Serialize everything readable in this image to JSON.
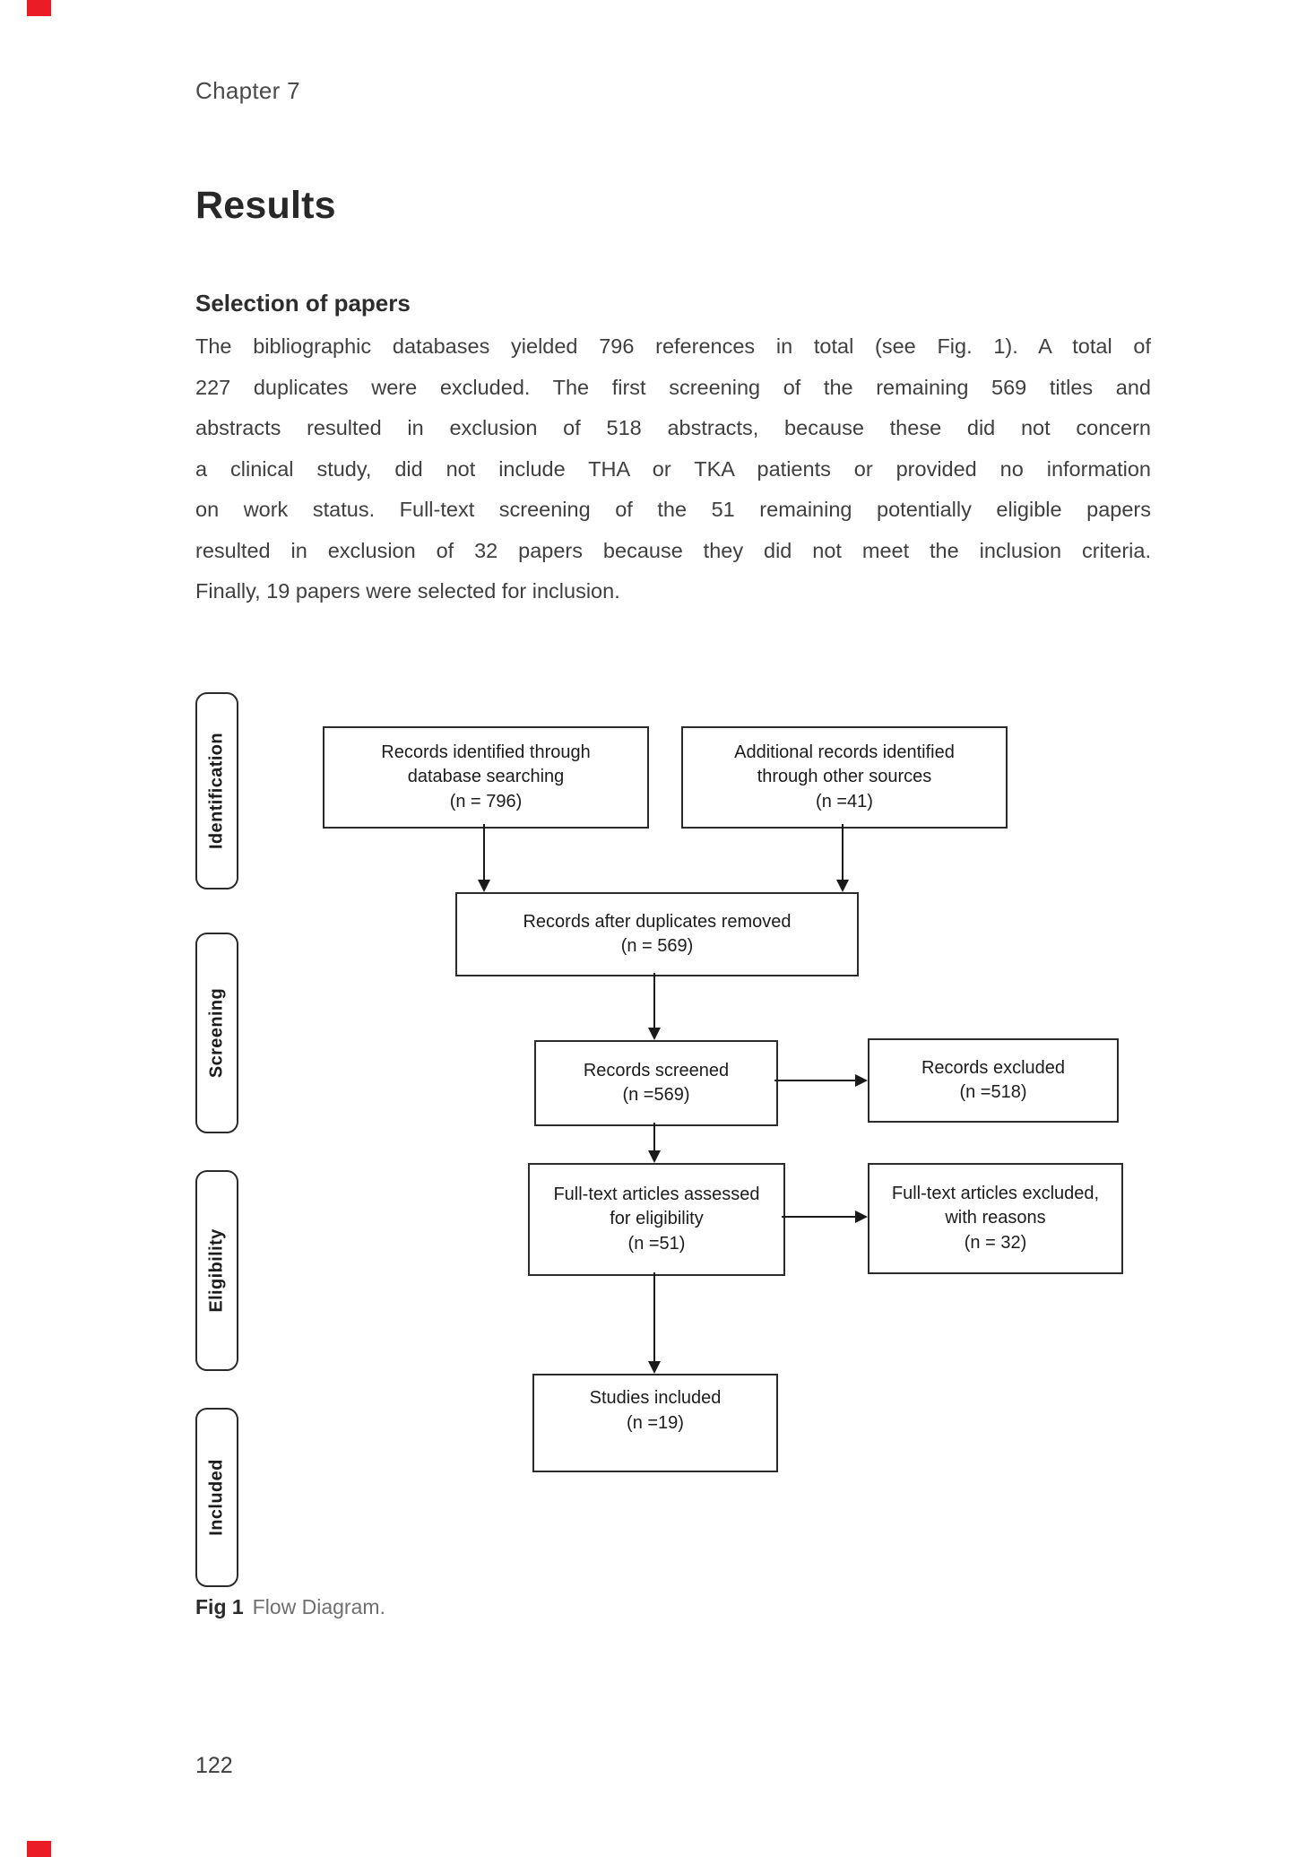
{
  "page": {
    "chapter_header": "Chapter 7",
    "page_number": "122"
  },
  "results": {
    "title": "Results",
    "subsection_title": "Selection of papers",
    "body_lines": [
      "The bibliographic databases yielded 796 references in total (see Fig. 1). A total of",
      "227 duplicates were excluded. The first screening of the remaining 569 titles and",
      "abstracts resulted in exclusion of 518 abstracts, because these did not concern",
      "a clinical study, did not include THA or TKA patients or provided no information",
      "on work status. Full-text screening of the 51 remaining potentially eligible papers",
      "resulted in exclusion of 32 papers because they did not meet the inclusion criteria.",
      "Finally, 19 papers were selected for inclusion."
    ]
  },
  "figure": {
    "caption_label": "Fig 1",
    "caption_text": "Flow Diagram.",
    "stages": [
      "Identification",
      "Screening",
      "Eligibility",
      "Included"
    ],
    "boxes": {
      "identified": [
        "Records identified through",
        "database searching",
        "(n = 796)"
      ],
      "additional": [
        "Additional records identified",
        "through other sources",
        "(n =41)"
      ],
      "duplicates": [
        "Records after duplicates removed",
        "(n = 569)"
      ],
      "screened": [
        "Records screened",
        "(n =569)"
      ],
      "excluded": [
        "Records excluded",
        "(n =518)"
      ],
      "fulltext": [
        "Full-text articles assessed",
        "for eligibility",
        "(n =51)"
      ],
      "ft_excluded": [
        "Full-text articles excluded,",
        "with reasons",
        "(n = 32)"
      ],
      "included": [
        "Studies included",
        "(n =19)"
      ]
    },
    "counts": {
      "identified": 796,
      "additional": 41,
      "after_duplicates": 569,
      "screened": 569,
      "excluded": 518,
      "fulltext_assessed": 51,
      "fulltext_excluded": 32,
      "studies_included": 19
    }
  },
  "colors": {
    "print_mark": "#ec1c24",
    "box_border": "#2b2b2b",
    "arrow": "#1a1a1a"
  }
}
